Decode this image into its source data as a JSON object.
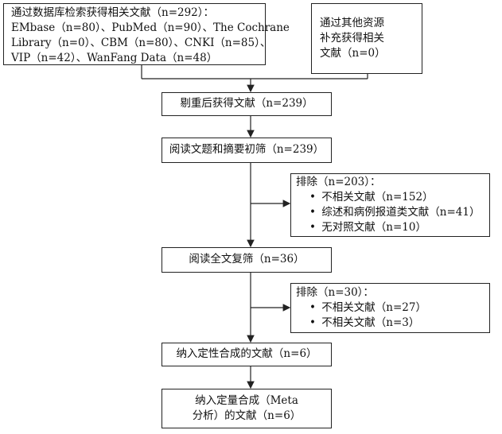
{
  "box_db": {
    "line1": "通过数据库检索获得相关文献（n=292）：",
    "line2": "EMbase（n=80）、PubMed（n=90）、The Cochrane",
    "line3": "Library（n=0）、CBM（n=80）、CNKI（n=85）、",
    "line4": "VIP（n=42）、WanFang Data（n=48）"
  },
  "box_other": {
    "line1": "通过其他资源",
    "line2": "补充获得相关",
    "line3": "文献（n=0）"
  },
  "box_dedup": "剔重后获得文献（n=239）",
  "box_screen": "阅读文题和摘要初筛（n=239）",
  "exclude1": {
    "title": "排除（n=203）：",
    "items": [
      "不相关文献（n=152）",
      "综述和病例报道类文献（n=41）",
      "无对照文献（n=10）"
    ]
  },
  "box_fulltext": "阅读全文复筛（n=36）",
  "exclude2": {
    "title": "排除（n=30）：",
    "items": [
      "不相关文献（n=27）",
      "不相关文献（n=3）"
    ]
  },
  "box_qual": "纳入定性合成的文献（n=6）",
  "box_quant": {
    "line1": "纳入定量合成（Meta",
    "line2": "分析）的文献（n=6）"
  },
  "bullet": "•"
}
